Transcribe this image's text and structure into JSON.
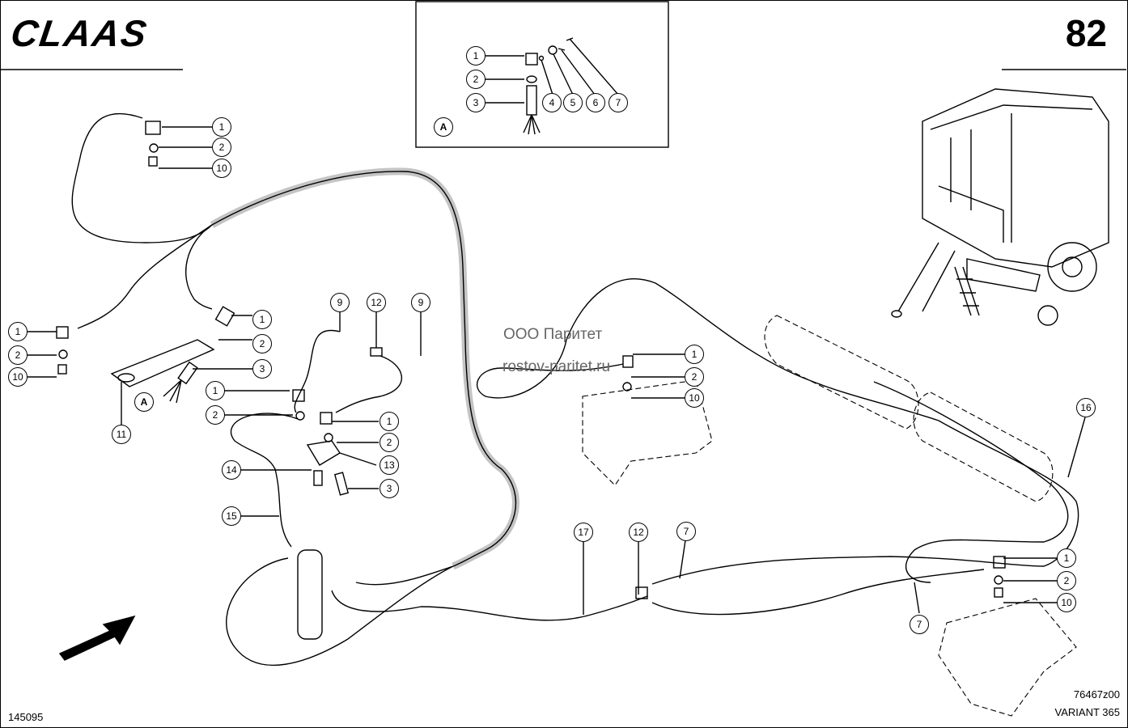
{
  "header": {
    "brand": "CLAAS",
    "page_number": "82"
  },
  "detail_view": {
    "label": "A"
  },
  "main_view_label": "A",
  "watermark": {
    "line1": "ООО Паритет",
    "line2": "rostov-paritet.ru"
  },
  "footer": {
    "drawing_number": "145095",
    "part_code": "76467z00",
    "model": "VARIANT 365"
  },
  "callouts": {
    "d1": "1",
    "d2": "2",
    "d3": "3",
    "d4": "4",
    "d5": "5",
    "d6": "6",
    "d7": "7",
    "a1": "1",
    "a2": "2",
    "a10": "10",
    "b1": "1",
    "b2": "2",
    "b10": "10",
    "c1": "1",
    "c2": "2",
    "c3": "3",
    "c11": "11",
    "e9": "9",
    "e12": "12",
    "e9b": "9",
    "f1": "1",
    "f2": "2",
    "f1b": "1",
    "f2b": "2",
    "f13": "13",
    "f14": "14",
    "f3": "3",
    "f15": "15",
    "g1": "1",
    "g2": "2",
    "g10": "10",
    "g16": "16",
    "h17": "17",
    "h12": "12",
    "h7": "7",
    "i1": "1",
    "i2": "2",
    "i10": "10",
    "i7": "7"
  }
}
